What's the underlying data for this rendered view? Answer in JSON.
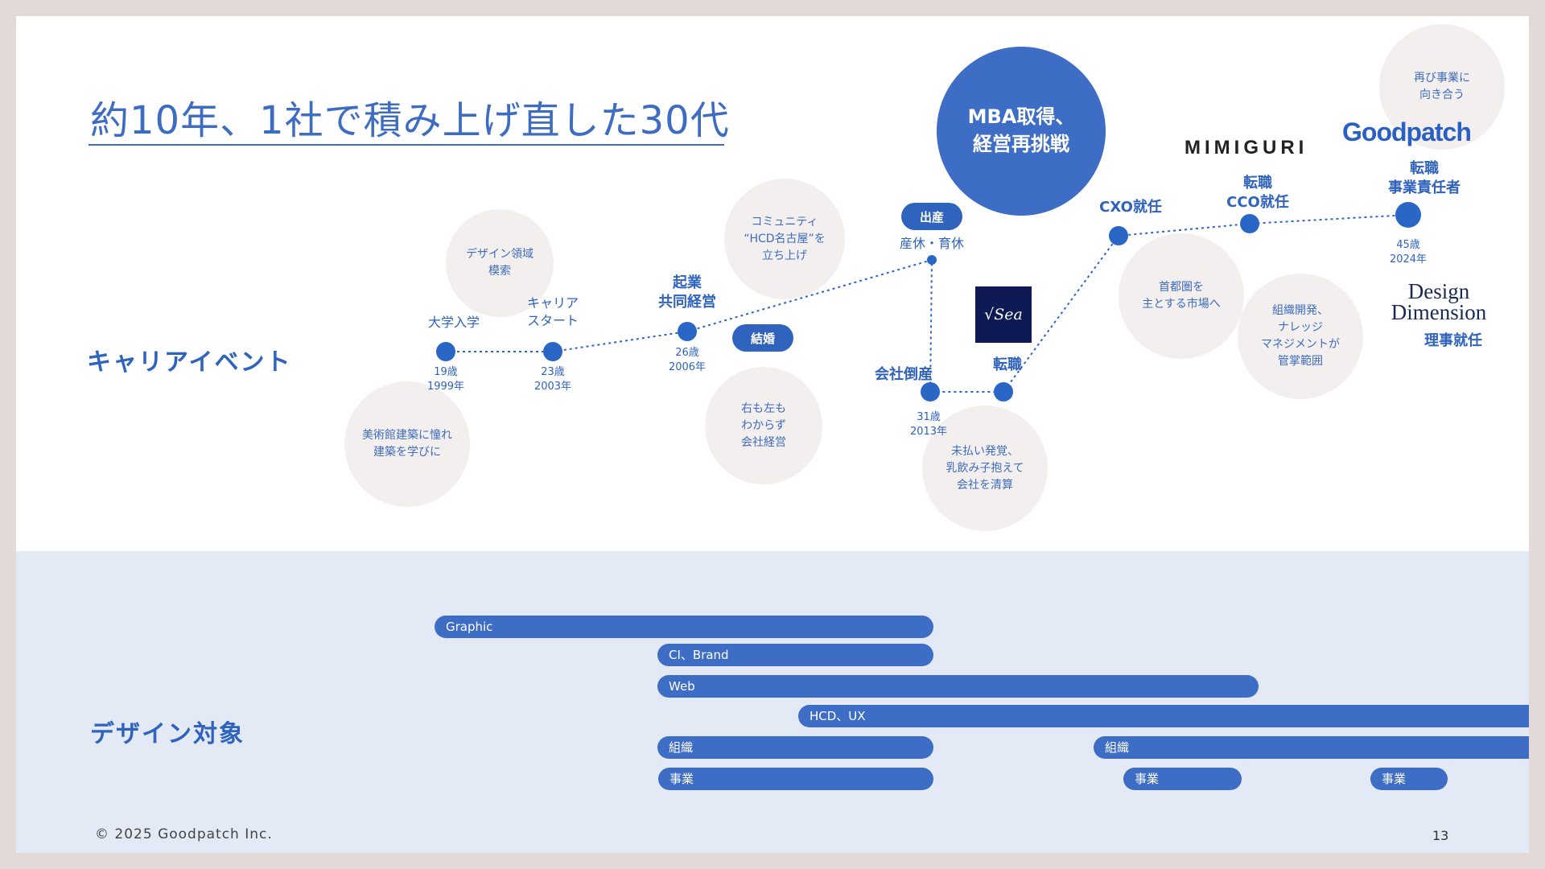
{
  "title": "約10年、1社で積み上げ直した30代",
  "sections": {
    "career": "キャリアイベント",
    "design": "デザイン対象"
  },
  "bubbles": {
    "museum": "美術館建築に憧れ\n建築を学びに",
    "design_domain": "デザイン領域\n模索",
    "community": "コミュニティ\n“HCD名古屋”を\n立ち上げ",
    "management": "右も左も\nわからず\n会社経営",
    "unpaid": "未払い発覚、\n乳飲み子抱えて\n会社を清算",
    "metro": "首都圏を\n主とする市場へ",
    "org": "組織開発、\nナレッジ\nマネジメントが\n管掌範囲",
    "again": "再び事業に\n向き合う",
    "mba": "MBA取得、\n経営再挑戦"
  },
  "events": {
    "univ": "大学入学",
    "univ_age": "19歳\n1999年",
    "career_start": "キャリア\nスタート",
    "career_age": "23歳\n2003年",
    "startup": "起業\n共同経営",
    "startup_age": "26歳\n2006年",
    "bankrupt": "会社倒産",
    "bankrupt_age": "31歳\n2013年",
    "job_change": "転職",
    "leave": "産休・育休",
    "cxo": "CXO就任",
    "cco": "転職\nCCO就任",
    "biz_lead": "転職\n事業責任者",
    "biz_lead_age": "45歳\n2024年",
    "director": "理事就任"
  },
  "pills": {
    "birth": "出産",
    "marriage": "結婚"
  },
  "logos": {
    "mimiguri": "MIMIGURI",
    "goodpatch": "Goodpatch",
    "design_dimension": "Design\nDimension",
    "sea": "√Sea"
  },
  "bars": {
    "graphic": "Graphic",
    "ci_brand": "CI、Brand",
    "web": "Web",
    "hcd_ux": "HCD、UX",
    "org_1": "組織",
    "org_2": "組織",
    "biz_1": "事業",
    "biz_2": "事業",
    "biz_3": "事業"
  },
  "footer": "© 2025 Goodpatch Inc.",
  "page_number": "13",
  "colors": {
    "accent": "#2f63bd",
    "bar": "#3e6dc5",
    "bubble": "#f3efee",
    "band": "#e3eaf5",
    "frame": "#e3d9d9"
  }
}
